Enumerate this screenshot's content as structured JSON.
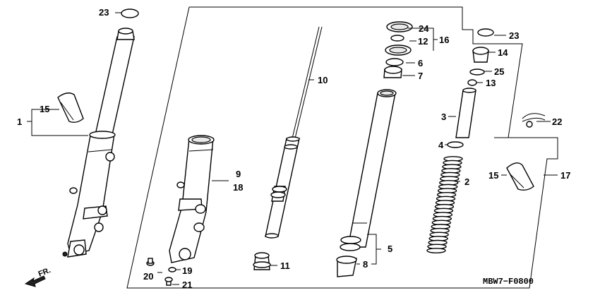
{
  "diagram": {
    "code": "MBW7−F0800",
    "direction_label": "FR.",
    "callouts": {
      "c1": "1",
      "c2": "2",
      "c3": "3",
      "c4": "4",
      "c5": "5",
      "c6": "6",
      "c7": "7",
      "c8": "8",
      "c9": "9",
      "c10": "10",
      "c11": "11",
      "c12": "12",
      "c13": "13",
      "c14": "14",
      "c15a": "15",
      "c15b": "15",
      "c16": "16",
      "c17": "17",
      "c18": "18",
      "c19": "19",
      "c20": "20",
      "c21": "21",
      "c22": "22",
      "c23a": "23",
      "c23b": "23",
      "c24": "24",
      "c25": "25"
    }
  }
}
